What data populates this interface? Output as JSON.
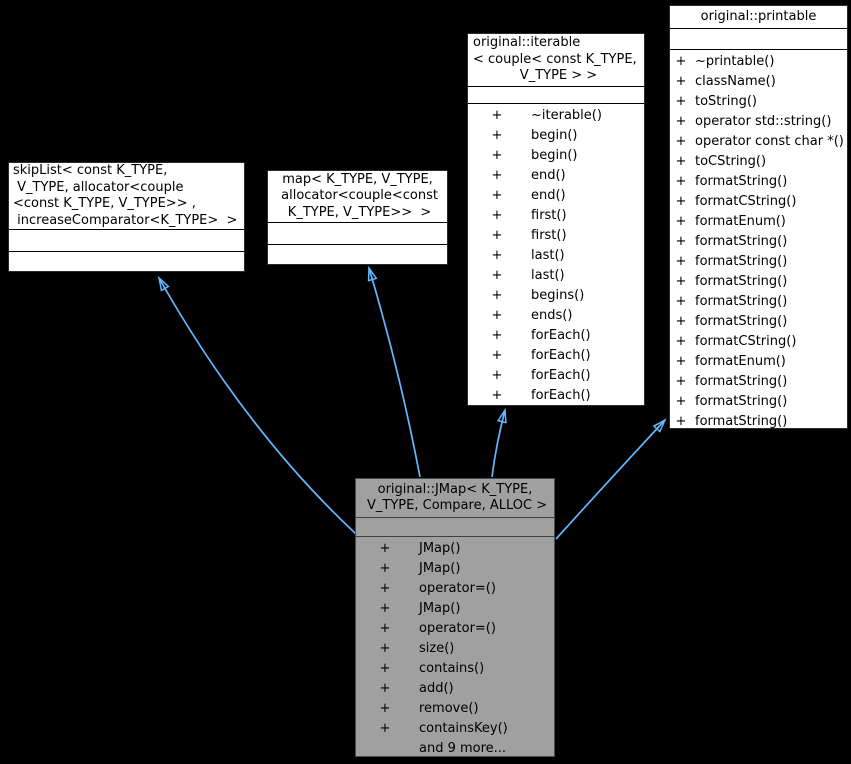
{
  "diagram": {
    "type": "uml-class-inheritance-graph",
    "background_color": "#000000",
    "node_fill": "#ffffff",
    "highlight_node_fill": "#a0a0a0",
    "arrow_color": "#63b8ff",
    "relations": [
      {
        "from": "original::JMap< K_TYPE, V_TYPE, Compare, ALLOC >",
        "to": "skipList< const K_TYPE, V_TYPE, allocator<couple <const K_TYPE, V_TYPE>> , increaseComparator<K_TYPE> >",
        "kind": "public-inheritance"
      },
      {
        "from": "original::JMap< K_TYPE, V_TYPE, Compare, ALLOC >",
        "to": "map< K_TYPE, V_TYPE, allocator<couple<const K_TYPE, V_TYPE>> >",
        "kind": "public-inheritance"
      },
      {
        "from": "original::JMap< K_TYPE, V_TYPE, Compare, ALLOC >",
        "to": "original::iterable< couple< const K_TYPE, V_TYPE > >",
        "kind": "public-inheritance"
      },
      {
        "from": "original::JMap< K_TYPE, V_TYPE, Compare, ALLOC >",
        "to": "original::printable",
        "kind": "public-inheritance"
      }
    ],
    "classes": {
      "skiplist": {
        "title_lines": [
          "skipList< const K_TYPE,",
          " V_TYPE, allocator<couple",
          "<const K_TYPE, V_TYPE>> ,",
          " increaseComparator<K_TYPE>  >"
        ],
        "methods": []
      },
      "map": {
        "title_lines": [
          "map< K_TYPE, V_TYPE,",
          " allocator<couple<const",
          " K_TYPE, V_TYPE>>  >"
        ],
        "methods": []
      },
      "iterable": {
        "title_lines": [
          "original::iterable",
          "< couple< const K_TYPE,",
          "V_TYPE > >"
        ],
        "methods": [
          {
            "v": "+",
            "t": "~iterable()"
          },
          {
            "v": "+",
            "t": "begin()"
          },
          {
            "v": "+",
            "t": "begin()"
          },
          {
            "v": "+",
            "t": "end()"
          },
          {
            "v": "+",
            "t": "end()"
          },
          {
            "v": "+",
            "t": "first()"
          },
          {
            "v": "+",
            "t": "first()"
          },
          {
            "v": "+",
            "t": "last()"
          },
          {
            "v": "+",
            "t": "last()"
          },
          {
            "v": "+",
            "t": "begins()"
          },
          {
            "v": "+",
            "t": "ends()"
          },
          {
            "v": "+",
            "t": "forEach()"
          },
          {
            "v": "+",
            "t": "forEach()"
          },
          {
            "v": "+",
            "t": "forEach()"
          },
          {
            "v": "+",
            "t": "forEach()"
          }
        ]
      },
      "printable": {
        "title_lines": [
          "original::printable"
        ],
        "methods": [
          {
            "v": "+",
            "t": "~printable()"
          },
          {
            "v": "+",
            "t": "className()"
          },
          {
            "v": "+",
            "t": "toString()"
          },
          {
            "v": "+",
            "t": "operator std::string()"
          },
          {
            "v": "+",
            "t": "operator const char *()"
          },
          {
            "v": "+",
            "t": "toCString()"
          },
          {
            "v": "+",
            "t": "formatString()"
          },
          {
            "v": "+",
            "t": "formatCString()"
          },
          {
            "v": "+",
            "t": "formatEnum()"
          },
          {
            "v": "+",
            "t": "formatString()"
          },
          {
            "v": "+",
            "t": "formatString()"
          },
          {
            "v": "+",
            "t": "formatString()"
          },
          {
            "v": "+",
            "t": "formatString()"
          },
          {
            "v": "+",
            "t": "formatString()"
          },
          {
            "v": "+",
            "t": "formatCString()"
          },
          {
            "v": "+",
            "t": "formatEnum()"
          },
          {
            "v": "+",
            "t": "formatString()"
          },
          {
            "v": "+",
            "t": "formatString()"
          },
          {
            "v": "+",
            "t": "formatString()"
          }
        ]
      },
      "jmap": {
        "title_lines": [
          "original::JMap< K_TYPE,",
          " V_TYPE, Compare, ALLOC >"
        ],
        "methods": [
          {
            "v": "+",
            "t": "JMap()"
          },
          {
            "v": "+",
            "t": "JMap()"
          },
          {
            "v": "+",
            "t": "operator=()"
          },
          {
            "v": "+",
            "t": "JMap()"
          },
          {
            "v": "+",
            "t": "operator=()"
          },
          {
            "v": "+",
            "t": "size()"
          },
          {
            "v": "+",
            "t": "contains()"
          },
          {
            "v": "+",
            "t": "add()"
          },
          {
            "v": "+",
            "t": "remove()"
          },
          {
            "v": "+",
            "t": "containsKey()"
          },
          {
            "v": "",
            "t": "and 9 more..."
          }
        ]
      }
    }
  }
}
